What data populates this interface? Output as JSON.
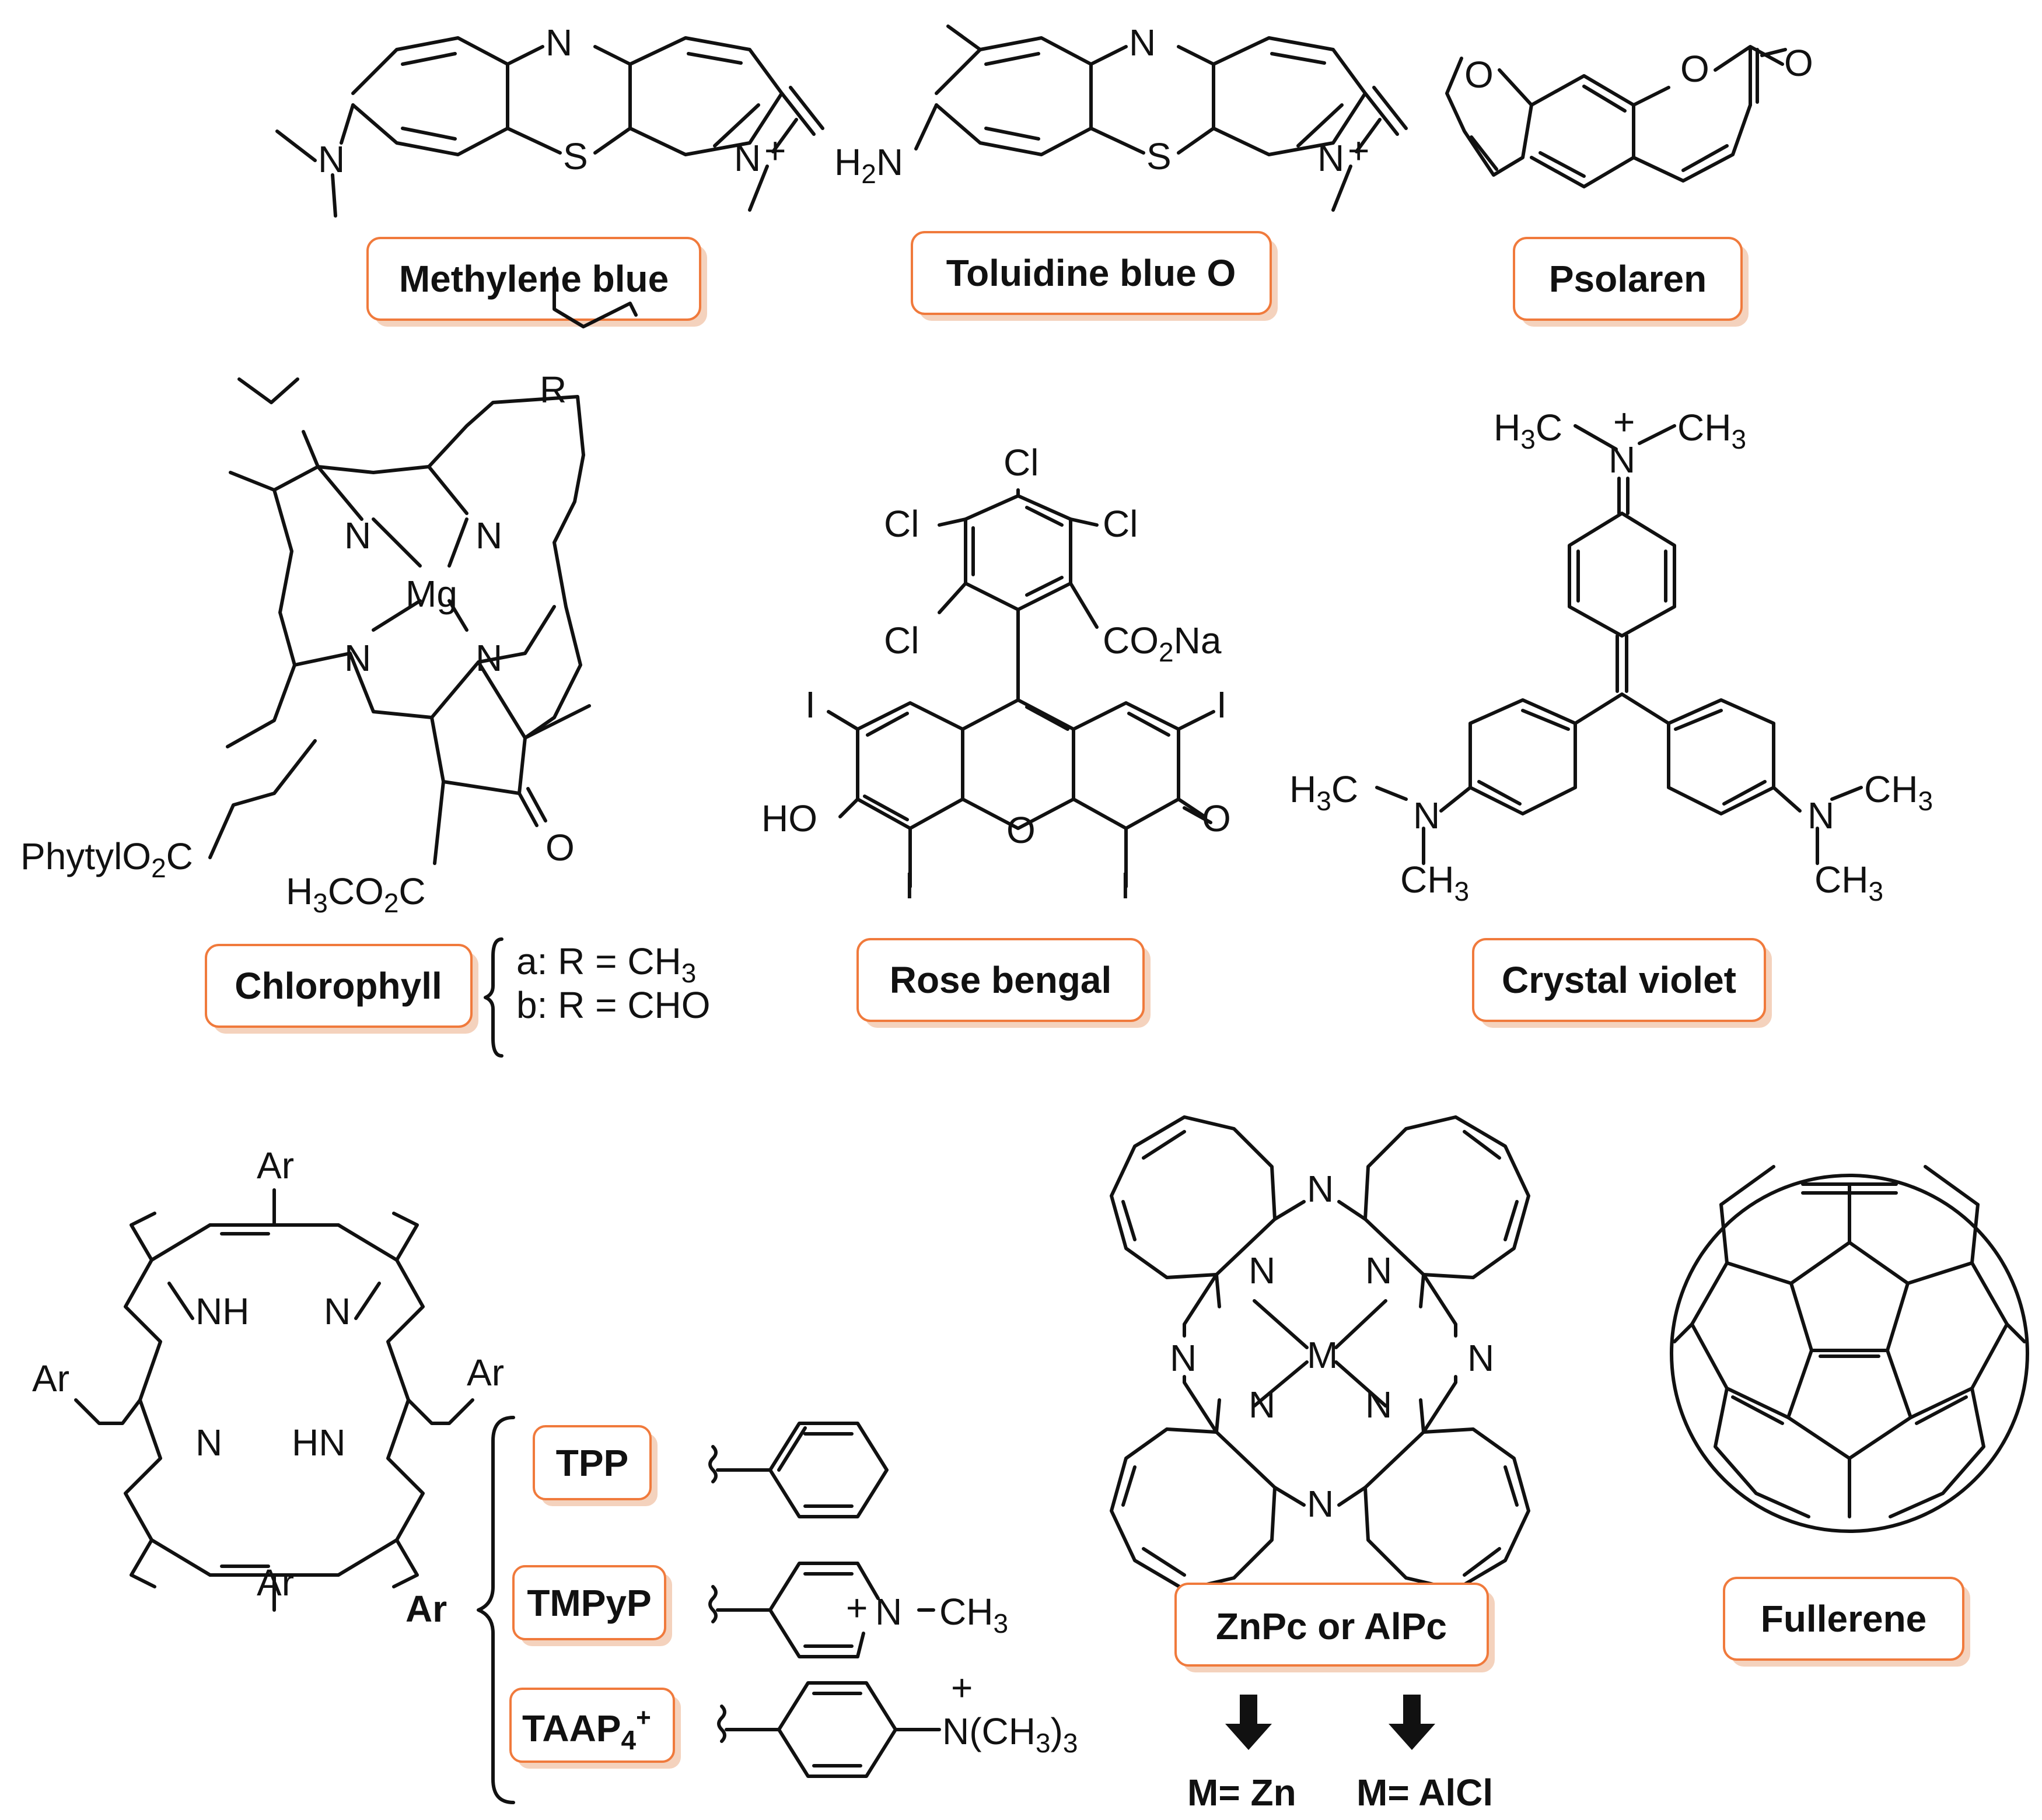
{
  "compounds": {
    "methylene_blue": {
      "name": "Methylene blue",
      "n_ring": "N",
      "s": "S",
      "n_left": "N",
      "n_right": "N",
      "charge": "+"
    },
    "toluidine_blue": {
      "name": "Toluidine blue O",
      "n_ring": "N",
      "s": "S",
      "h2n_h": "H",
      "h2n_2": "2",
      "h2n_n": "N",
      "n_right": "N",
      "charge": "+"
    },
    "psoralen": {
      "name": "Psolaren",
      "o1": "O",
      "o2": "O",
      "o3": "O"
    },
    "chlorophyll": {
      "name": "Chlorophyll",
      "r": "R",
      "mg": "Mg",
      "n": "N",
      "o": "O",
      "phytyl_a": "PhytylO",
      "phytyl_2": "2",
      "phytyl_c": "C",
      "mec_h": "H",
      "mec_3": "3",
      "mec_co": "CO",
      "mec_2": "2",
      "mec_c": "C",
      "variant_a_pre": "a: R = CH",
      "variant_a_sub": "3",
      "variant_b": "b: R = CHO"
    },
    "rose_bengal": {
      "name": "Rose bengal",
      "cl": "Cl",
      "i": "I",
      "o": "O",
      "ho": "HO",
      "co": "CO",
      "co_2": "2",
      "co_na": "Na"
    },
    "crystal_violet": {
      "name": "Crystal violet",
      "h": "H",
      "three": "3",
      "c": "C",
      "ch": "CH",
      "n": "N",
      "plus": "+"
    },
    "porphyrin": {
      "ar": "Ar",
      "nh": "NH",
      "n": "N",
      "hn": "HN",
      "variants": [
        {
          "label": "TPP"
        },
        {
          "label": "TMPyP",
          "tail_pre": "N",
          "tail_ch": "CH",
          "tail_sub": "3",
          "plus": "+"
        },
        {
          "label_pre": "TAAP",
          "label_sub": "4",
          "label_sup": "+",
          "tail_pre": "N(CH",
          "tail_sub": "3",
          "tail_post": ")",
          "tail_sub2": "3",
          "plus": "+"
        }
      ]
    },
    "phthalocyanine": {
      "name": "ZnPc or AlPc",
      "n": "N",
      "m": "M",
      "arrow_left": "M= Zn",
      "arrow_right": "M= AlCl"
    },
    "fullerene": {
      "name": "Fullerene"
    }
  },
  "colors": {
    "box_border": "#f07a3c",
    "box_shadow": "#f4d2bd",
    "ink": "#111111"
  }
}
